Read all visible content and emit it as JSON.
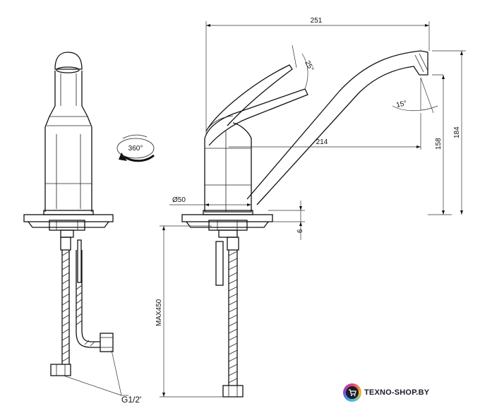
{
  "dimensions": {
    "width_total": "251",
    "lever_angle": "25°",
    "spout_angle": "15°",
    "height_total": "184",
    "height_spout": "158",
    "reach": "214",
    "base_diameter": "Ø50",
    "deck_thickness": "6",
    "hose_length": "MAX450",
    "thread": "G1/2'",
    "rotation": "360°"
  },
  "brand": {
    "name": "TEXNO-SHOP.BY",
    "icon": "shopping-cart-icon"
  }
}
